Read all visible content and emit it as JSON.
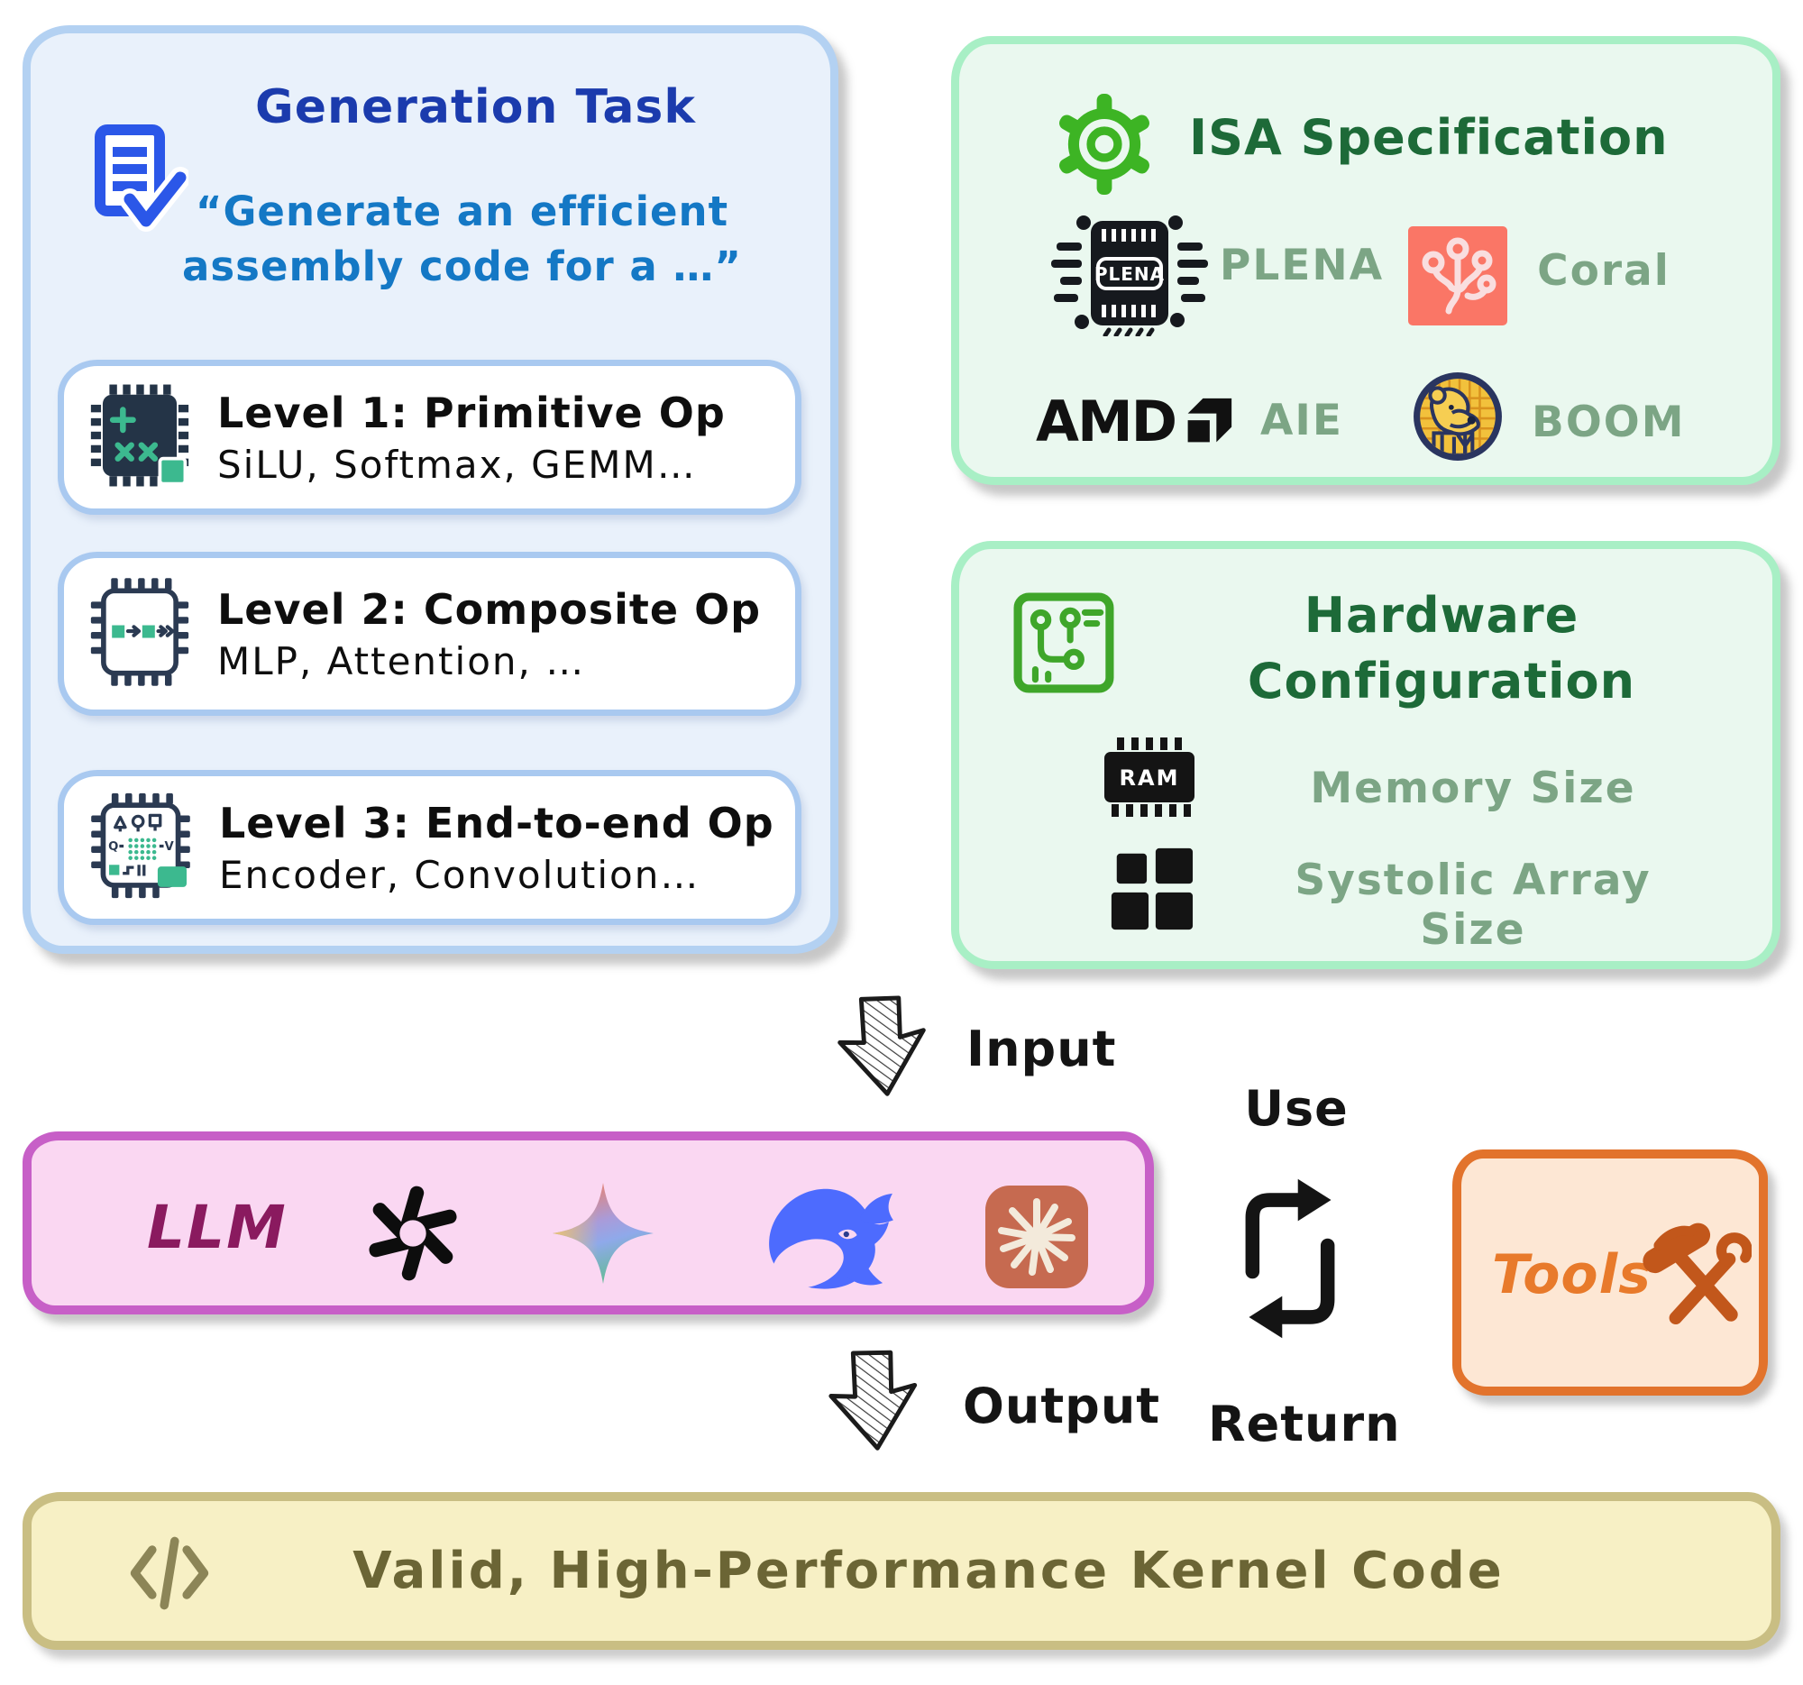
{
  "generation_task": {
    "title": "Generation Task",
    "quote_line1": "“Generate an efficient",
    "quote_line2": "assembly code for a  …”",
    "levels": [
      {
        "title": "Level 1: Primitive Op",
        "subtitle": "SiLU, Softmax, GEMM…",
        "icon": "chip-primitive-icon"
      },
      {
        "title": "Level 2: Composite Op",
        "subtitle": "MLP, Attention, …",
        "icon": "chip-composite-icon"
      },
      {
        "title": "Level 3: End-to-end Op",
        "subtitle": "Encoder, Convolution…",
        "icon": "chip-end-to-end-icon"
      }
    ]
  },
  "isa_specification": {
    "title": "ISA Specification",
    "row1": [
      {
        "label": "PLENA",
        "chip_text": "PLENA",
        "icon": "plena-chip-icon"
      },
      {
        "label": "Coral",
        "icon": "coral-icon"
      }
    ],
    "row2": [
      {
        "label": "AIE",
        "brand_text": "AMD",
        "icon": "amd-logo"
      },
      {
        "label": "BOOM",
        "icon": "boom-mascot-icon"
      }
    ]
  },
  "hardware_configuration": {
    "title_line1": "Hardware",
    "title_line2": "Configuration",
    "ram_text": "RAM",
    "memory_label": "Memory Size",
    "systolic_label": "Systolic Array Size",
    "icon": "circuit-board-icon"
  },
  "flow": {
    "input_label": "Input",
    "output_label": "Output",
    "use_label": "Use",
    "return_label": "Return"
  },
  "llm_box": {
    "label": "LLM",
    "providers": [
      "openai-logo",
      "gemini-logo",
      "deepseek-logo",
      "claude-logo"
    ]
  },
  "tools_box": {
    "label": "Tools",
    "icon": "hammer-wrench-icon"
  },
  "result_box": {
    "label": "Valid, High-Performance Kernel Code",
    "icon": "code-icon"
  },
  "level3_chip_letters": {
    "q": "Q",
    "v": "V"
  },
  "colors": {
    "task_box_bg": "#E9F1FB",
    "task_box_border": "#B3D1F2",
    "task_title": "#1B3BAD",
    "task_quote": "#1478C5",
    "card_border": "#A9C9F0",
    "chip_navy": "#243447",
    "chip_teal": "#3CB98F",
    "green_box_bg": "#EAF8EF",
    "green_box_border": "#A8EFC5",
    "green_title": "#1D6A38",
    "green_label": "#7CA585",
    "green_icon": "#3DB424",
    "coral": "#FA7666",
    "deepseek_blue": "#4D6BFE",
    "claude_bg": "#C66A50",
    "llm_box_bg": "#FAD7F2",
    "llm_box_border": "#C75FC7",
    "llm_text": "#8A1A5F",
    "tools_box_bg": "#FDE7D4",
    "tools_box_border": "#E2732C",
    "tools_text": "#E87A2B",
    "tools_icon": "#C2571B",
    "result_box_bg": "#F7F0C5",
    "result_box_border": "#C9BE83",
    "result_text": "#6B6535"
  }
}
